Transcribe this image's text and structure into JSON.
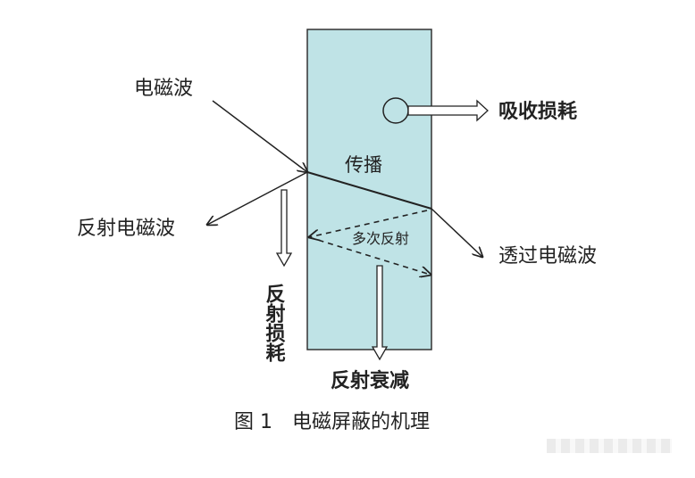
{
  "diagram": {
    "labels": {
      "incident_wave": "电磁波",
      "reflected_wave": "反射电磁波",
      "propagation": "传播",
      "absorption_loss": "吸收损耗",
      "multiple_reflection": "多次反射",
      "transmitted_wave": "透过电磁波",
      "reflection_loss": "反射损耗",
      "reflection_attenuation": "反射衰减"
    },
    "caption": "图 1　电磁屏蔽的机理",
    "colors": {
      "shield_fill": "#bfe3e6",
      "line": "#222222",
      "background": "#ffffff"
    }
  }
}
